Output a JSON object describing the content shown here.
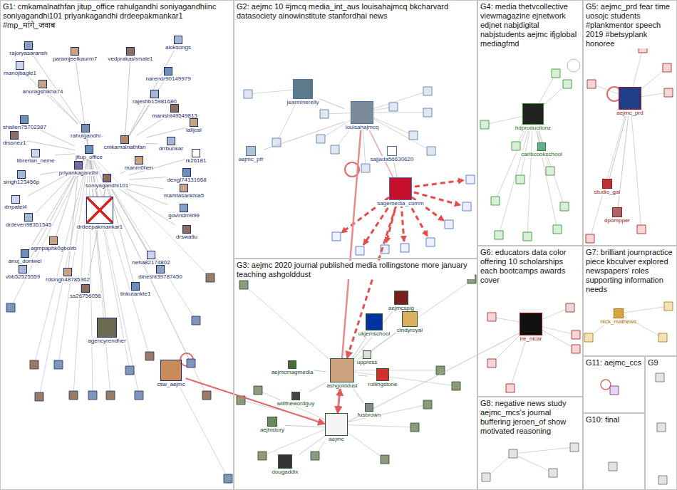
{
  "diagram": {
    "nodes": [
      {
        "text": [
          "G1: cmkamalnathfan jitup_office rahulgandhi soniyagandhiinc soniyagandhi101 priyankagandhi drdeepakmankar1 #mp_मांगे_जवाब"
        ]
      },
      {
        "text": [
          "rajoryasaransh"
        ],
        "in": 0
      },
      {
        "text": [
          "paramjeetkaurm7"
        ],
        "in": 0
      },
      {
        "text": [
          "aloksongs"
        ],
        "in": 0
      },
      {
        "text": [
          "vedprakashmale1"
        ],
        "in": 0
      },
      {
        "text": [
          "manojbagle1"
        ],
        "in": 0
      },
      {
        "text": [
          "narendr90149979"
        ],
        "in": 0
      },
      {
        "text": [
          "anuragshikha74"
        ],
        "in": 0
      },
      {
        "text": [
          "rajeshb15981680"
        ],
        "in": 0
      },
      {
        "text": [
          "manisht49549813"
        ],
        "in": 0
      },
      {
        "text": [
          "shailen75702387"
        ],
        "in": 0
      },
      {
        "text": [
          "lalljosl"
        ],
        "in": 0
      },
      {
        "text": [
          "rahulgandhi"
        ],
        "in": 0
      },
      {
        "text": [
          "cmkamalnathfan"
        ],
        "in": 0
      },
      {
        "text": [
          "drrbunkar"
        ],
        "in": 0
      },
      {
        "text": [
          "drssnez1"
        ],
        "in": 0
      },
      {
        "text": [
          "librerian_neme"
        ],
        "in": 0
      },
      {
        "text": [
          "jitup_office"
        ],
        "in": 0
      },
      {
        "text": [
          "rk26181"
        ],
        "in": 0
      },
      {
        "text": [
          "manm0hen"
        ],
        "in": 0
      },
      {
        "text": [
          "priyankagandhi"
        ],
        "in": 0
      },
      {
        "text": [
          "singh123456p"
        ],
        "in": 0
      },
      {
        "text": [
          "soniyagandhi101"
        ],
        "in": 0
      },
      {
        "text": [
          "dengl74131668"
        ],
        "in": 0
      },
      {
        "text": [
          "mamtasankhla5"
        ],
        "in": 0
      },
      {
        "text": [
          "drrpatel4"
        ],
        "in": 0
      },
      {
        "text": [
          "govindm999"
        ],
        "in": 0
      },
      {
        "text": [
          "drdeepakmankar1"
        ],
        "in": 0
      },
      {
        "text": [
          "drdeven98351545"
        ],
        "in": 0
      },
      {
        "text": [
          "drswatlu"
        ],
        "in": 0
      },
      {
        "text": [
          "agmpaphk0gbolrb"
        ],
        "in": 0
      },
      {
        "text": [
          "anuj_doniwel"
        ],
        "in": 0
      },
      {
        "text": [
          "neha82174802"
        ],
        "in": 0
      },
      {
        "text": [
          "dinesht39787450"
        ],
        "in": 0
      },
      {
        "text": [
          "vbb52525559"
        ],
        "in": 0
      },
      {
        "text": [
          "rdsingh48785362"
        ],
        "in": 0
      },
      {
        "text": [
          "ss26756056"
        ],
        "in": 0
      },
      {
        "text": [
          "tinkutankle1"
        ],
        "in": 0
      },
      {
        "text": [
          "agencyrendher"
        ],
        "in": 0
      },
      {
        "text": [
          "csw_aejmc"
        ],
        "in": 0
      },
      {
        "text": [
          "G2: aejmc 10 #jmcq media_int_aus louisahajmcq bkcharvard datasociety ainowinstitute stanfordhai news"
        ]
      },
      {
        "text": [
          "jeanninerelly"
        ],
        "in": 40
      },
      {
        "text": [
          "louisahajmcq"
        ],
        "in": 40
      },
      {
        "text": [
          "aejmc_pfr"
        ],
        "in": 40
      },
      {
        "text": [
          "sajjada56630620"
        ],
        "in": 40
      },
      {
        "text": [
          "sagemedia_comm"
        ],
        "in": 40
      },
      {
        "text": [
          "G3: aejmc 2020 journal published media rollingstone more january teaching ashgolddust"
        ]
      },
      {
        "text": [
          "aejmcspig"
        ],
        "in": 46
      },
      {
        "text": [
          "cindyroyal"
        ],
        "in": 46
      },
      {
        "text": [
          "ukjemschool"
        ],
        "in": 46
      },
      {
        "text": [
          "uppress"
        ],
        "in": 46
      },
      {
        "text": [
          "aejmcmagmedia"
        ],
        "in": 46
      },
      {
        "text": [
          "ashgolddust"
        ],
        "in": 46
      },
      {
        "text": [
          "rollingstone"
        ],
        "in": 46
      },
      {
        "text": [
          "willthewordguy"
        ],
        "in": 46
      },
      {
        "text": [
          "fusbrown"
        ],
        "in": 46
      },
      {
        "text": [
          "aejhistory"
        ],
        "in": 46
      },
      {
        "text": [
          "aejmc"
        ],
        "in": 46
      },
      {
        "text": [
          "dougaddix"
        ],
        "in": 46
      },
      {
        "text": [
          "G4: media thetvcollective viewmagazine ejnetwork edjnet nabjdigital nabjstudents aejmc ifjglobal mediagfmd"
        ]
      },
      {
        "text": [
          "hdproductionz"
        ],
        "in": 59
      },
      {
        "text": [
          "caribcookschool"
        ],
        "in": 59
      },
      {
        "text": [
          "G5: aejmc_prd fear time uosojc students #plankmentor speech 2019 #betsyplank honoree"
        ]
      },
      {
        "text": [
          "aejmc_prd"
        ],
        "in": 62
      },
      {
        "text": [
          "studio_gal"
        ],
        "in": 62
      },
      {
        "text": [
          "dpompper"
        ],
        "in": 62
      },
      {
        "text": [
          "G6: educators data color offering 10 scholarships each bootcamps awards cover"
        ]
      },
      {
        "text": [
          "ire_nicar"
        ],
        "in": 66
      },
      {
        "text": [
          "G7: brilliant journpractice piece kbculver explored newspapers' roles supporting information needs"
        ]
      },
      {
        "text": [
          "nick_mathews"
        ],
        "in": 68
      },
      {
        "text": [
          "G8: negative news study aejmc_mcs's journal buffering jeroen_of show motivated reasoning"
        ]
      },
      {
        "text": [
          "G11: aejmc_ccs"
        ]
      },
      {
        "text": [
          "G9"
        ]
      },
      {
        "text": [
          "G10: final"
        ]
      }
    ],
    "edges": [
      {
        "from": 1,
        "to": 12,
        "arrow": "none"
      },
      {
        "from": 2,
        "to": 12,
        "arrow": "none"
      },
      {
        "from": 3,
        "to": 13,
        "arrow": "none"
      },
      {
        "from": 4,
        "to": 13,
        "arrow": "none"
      },
      {
        "from": 5,
        "to": 12,
        "arrow": "none"
      },
      {
        "from": 6,
        "to": 13,
        "arrow": "none"
      },
      {
        "from": 7,
        "to": 12,
        "arrow": "none"
      },
      {
        "from": 8,
        "to": 13,
        "arrow": "none"
      },
      {
        "from": 9,
        "to": 13,
        "arrow": "none"
      },
      {
        "from": 10,
        "to": 17,
        "arrow": "none"
      },
      {
        "from": 11,
        "to": 13,
        "arrow": "none"
      },
      {
        "from": 14,
        "to": 13,
        "arrow": "none"
      },
      {
        "from": 15,
        "to": 17,
        "arrow": "none"
      },
      {
        "from": 16,
        "to": 17,
        "arrow": "none"
      },
      {
        "from": 18,
        "to": 22,
        "arrow": "none"
      },
      {
        "from": 19,
        "to": 22,
        "arrow": "none"
      },
      {
        "from": 21,
        "to": 20,
        "arrow": "none"
      },
      {
        "from": 23,
        "to": 22,
        "arrow": "none"
      },
      {
        "from": 24,
        "to": 22,
        "arrow": "none"
      },
      {
        "from": 25,
        "to": 20,
        "arrow": "none"
      },
      {
        "from": 26,
        "to": 22,
        "arrow": "none"
      },
      {
        "from": 28,
        "to": 20,
        "arrow": "none"
      },
      {
        "from": 29,
        "to": 22,
        "arrow": "none"
      },
      {
        "from": 30,
        "to": 20,
        "arrow": "none"
      },
      {
        "from": 31,
        "to": 20,
        "arrow": "none"
      },
      {
        "from": 32,
        "to": 22,
        "arrow": "none"
      },
      {
        "from": 33,
        "to": 22,
        "arrow": "none"
      },
      {
        "from": 34,
        "to": 20,
        "arrow": "none"
      },
      {
        "from": 35,
        "to": 20,
        "arrow": "none"
      },
      {
        "from": 36,
        "to": 22,
        "arrow": "none"
      },
      {
        "from": 37,
        "to": 22,
        "arrow": "none"
      },
      {
        "from": 27,
        "to": 12,
        "arrow": "none"
      },
      {
        "from": 27,
        "to": 17,
        "arrow": "none"
      },
      {
        "from": 27,
        "to": 22,
        "arrow": "none"
      },
      {
        "from": 12,
        "to": 17,
        "arrow": "none"
      },
      {
        "from": 13,
        "to": 17,
        "arrow": "none"
      },
      {
        "from": 17,
        "to": 20,
        "arrow": "none"
      },
      {
        "from": 20,
        "to": 22,
        "arrow": "none"
      },
      {
        "from": 12,
        "to": 13,
        "arrow": "none"
      },
      {
        "from": 38,
        "to": 17,
        "arrow": "none"
      },
      {
        "from": 39,
        "to": 57,
        "arrow": "to"
      },
      {
        "from": 42,
        "to": 57,
        "arrow": "to"
      },
      {
        "from": 45,
        "to": 52,
        "arrow": "to"
      },
      {
        "from": 41,
        "to": 42,
        "arrow": "none"
      },
      {
        "from": 43,
        "to": 42,
        "arrow": "none"
      },
      {
        "from": 44,
        "to": 45,
        "arrow": "none"
      },
      {
        "from": 45,
        "to": 42,
        "arrow": "none"
      },
      {
        "from": 47,
        "to": 52,
        "arrow": "none"
      },
      {
        "from": 48,
        "to": 52,
        "arrow": "none"
      },
      {
        "from": 49,
        "to": 52,
        "arrow": "none"
      },
      {
        "from": 50,
        "to": 52,
        "arrow": "none"
      },
      {
        "from": 51,
        "to": 52,
        "arrow": "none"
      },
      {
        "from": 53,
        "to": 52,
        "arrow": "none"
      },
      {
        "from": 54,
        "to": 52,
        "arrow": "none"
      },
      {
        "from": 55,
        "to": 52,
        "arrow": "none"
      },
      {
        "from": 56,
        "to": 57,
        "arrow": "none"
      },
      {
        "from": 58,
        "to": 57,
        "arrow": "none"
      },
      {
        "from": 57,
        "to": 52,
        "arrow": "both"
      },
      {
        "from": 61,
        "to": 60,
        "arrow": "none"
      },
      {
        "from": 64,
        "to": 63,
        "arrow": "none"
      },
      {
        "from": 65,
        "to": 63,
        "arrow": "none"
      },
      {
        "from": 67,
        "to": 57,
        "arrow": "none"
      }
    ]
  }
}
